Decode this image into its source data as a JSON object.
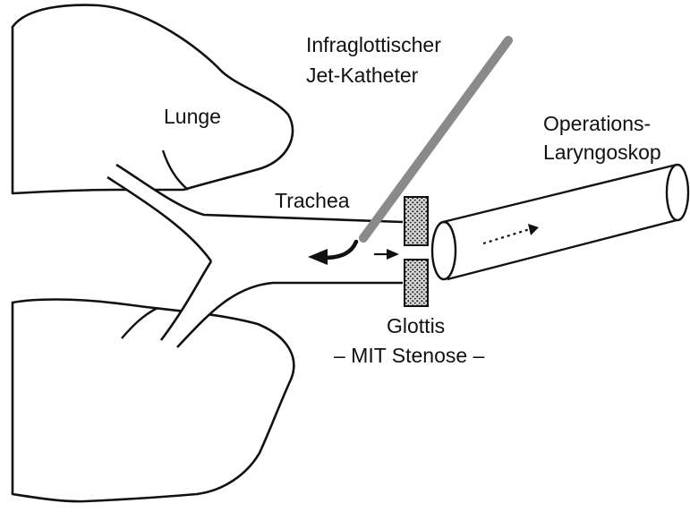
{
  "diagram": {
    "labels": {
      "lunge": "Lunge",
      "trachea": "Trachea",
      "catheter_line1": "Infraglottischer",
      "catheter_line2": "Jet-Katheter",
      "laryngoscope_line1": "Operations-",
      "laryngoscope_line2": "Laryngoskop",
      "glottis_line1": "Glottis",
      "glottis_line2": "– MIT Stenose –"
    },
    "colors": {
      "outline": "#111111",
      "catheter": "#8a8a8a",
      "stenosis_fill": "#cfcfcf",
      "background": "#ffffff"
    },
    "icons": {
      "jet_flow": "arrow-left-icon",
      "reverse_flow": "arrow-right-icon",
      "scope_flow": "dotted-arrow-icon"
    }
  }
}
